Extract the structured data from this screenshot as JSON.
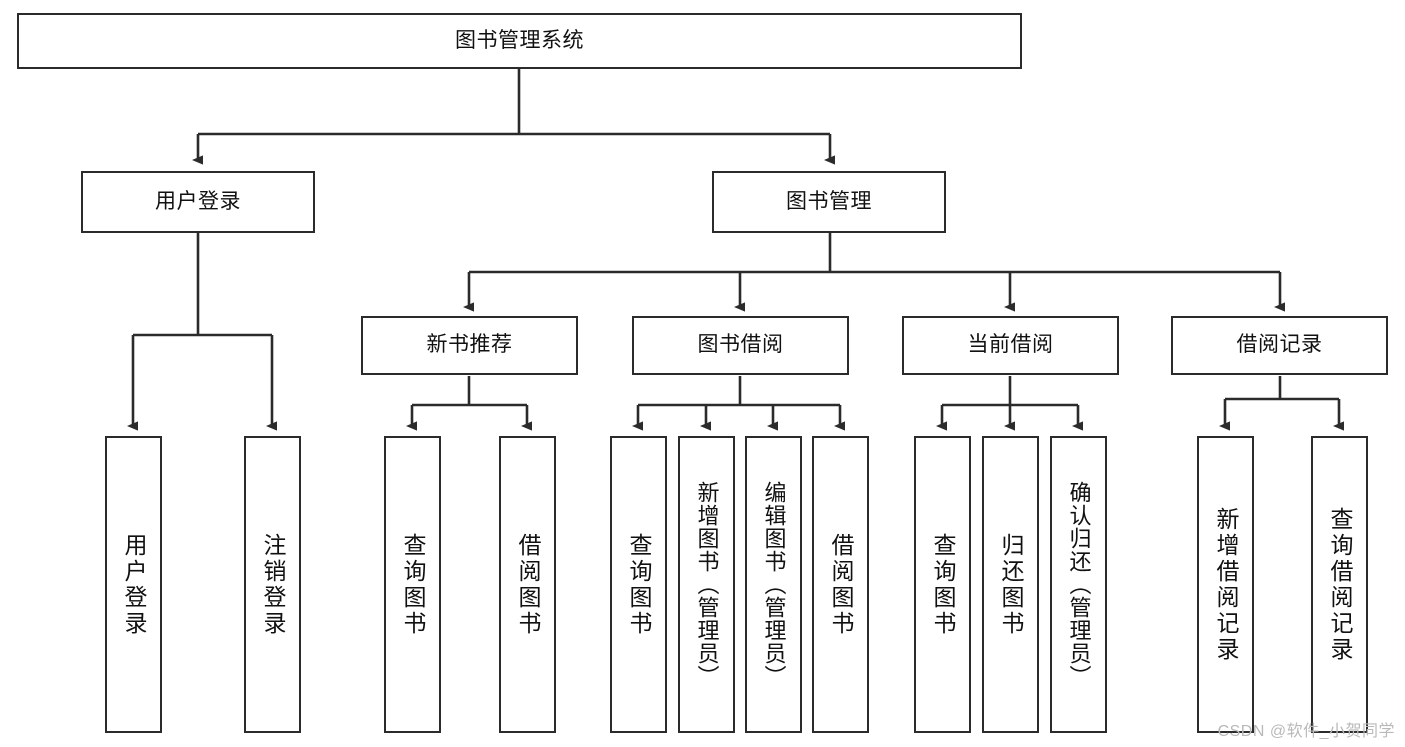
{
  "diagram": {
    "type": "tree-hierarchy",
    "title": "图书管理系统",
    "watermark": "CSDN @软件_小贺同学",
    "colors": {
      "box_border": "#2b2b2b",
      "box_fill": "#ffffff",
      "connector": "#2b2b2b",
      "text": "#111111",
      "watermark": "#b9b9b9",
      "background": "#ffffff"
    },
    "nodes": {
      "root": {
        "label": "图书管理系统",
        "level": 0,
        "orientation": "horizontal"
      },
      "user_login": {
        "label": "用户登录",
        "level": 1,
        "orientation": "horizontal"
      },
      "book_manage": {
        "label": "图书管理",
        "level": 1,
        "orientation": "horizontal"
      },
      "new_book_rec": {
        "label": "新书推荐",
        "level": 2,
        "orientation": "horizontal"
      },
      "book_borrow": {
        "label": "图书借阅",
        "level": 2,
        "orientation": "horizontal"
      },
      "current_borrow": {
        "label": "当前借阅",
        "level": 2,
        "orientation": "horizontal"
      },
      "borrow_record": {
        "label": "借阅记录",
        "level": 2,
        "orientation": "horizontal"
      },
      "leaf_user_login": {
        "label": "用户登录",
        "level": 2,
        "orientation": "vertical"
      },
      "leaf_logout": {
        "label": "注销登录",
        "level": 2,
        "orientation": "vertical"
      },
      "leaf_query_book_1": {
        "label": "查询图书",
        "level": 3,
        "orientation": "vertical"
      },
      "leaf_borrow_book_1": {
        "label": "借阅图书",
        "level": 3,
        "orientation": "vertical"
      },
      "leaf_query_book_2": {
        "label": "查询图书",
        "level": 3,
        "orientation": "vertical"
      },
      "leaf_add_book": {
        "label": "新增图书（管理员）",
        "level": 3,
        "orientation": "vertical"
      },
      "leaf_edit_book": {
        "label": "编辑图书（管理员）",
        "level": 3,
        "orientation": "vertical"
      },
      "leaf_borrow_book_2": {
        "label": "借阅图书",
        "level": 3,
        "orientation": "vertical"
      },
      "leaf_query_book_3": {
        "label": "查询图书",
        "level": 3,
        "orientation": "vertical"
      },
      "leaf_return_book": {
        "label": "归还图书",
        "level": 3,
        "orientation": "vertical"
      },
      "leaf_confirm_return": {
        "label": "确认归还（管理员）",
        "level": 3,
        "orientation": "vertical"
      },
      "leaf_add_record": {
        "label": "新增借阅记录",
        "level": 3,
        "orientation": "vertical"
      },
      "leaf_query_record": {
        "label": "查询借阅记录",
        "level": 3,
        "orientation": "vertical"
      }
    },
    "edges": [
      {
        "from": "root",
        "to": "user_login"
      },
      {
        "from": "root",
        "to": "book_manage"
      },
      {
        "from": "user_login",
        "to": "leaf_user_login"
      },
      {
        "from": "user_login",
        "to": "leaf_logout"
      },
      {
        "from": "book_manage",
        "to": "new_book_rec"
      },
      {
        "from": "book_manage",
        "to": "book_borrow"
      },
      {
        "from": "book_manage",
        "to": "current_borrow"
      },
      {
        "from": "book_manage",
        "to": "borrow_record"
      },
      {
        "from": "new_book_rec",
        "to": "leaf_query_book_1"
      },
      {
        "from": "new_book_rec",
        "to": "leaf_borrow_book_1"
      },
      {
        "from": "book_borrow",
        "to": "leaf_query_book_2"
      },
      {
        "from": "book_borrow",
        "to": "leaf_add_book"
      },
      {
        "from": "book_borrow",
        "to": "leaf_edit_book"
      },
      {
        "from": "book_borrow",
        "to": "leaf_borrow_book_2"
      },
      {
        "from": "current_borrow",
        "to": "leaf_query_book_3"
      },
      {
        "from": "current_borrow",
        "to": "leaf_return_book"
      },
      {
        "from": "current_borrow",
        "to": "leaf_confirm_return"
      },
      {
        "from": "borrow_record",
        "to": "leaf_add_record"
      },
      {
        "from": "borrow_record",
        "to": "leaf_query_record"
      }
    ]
  }
}
